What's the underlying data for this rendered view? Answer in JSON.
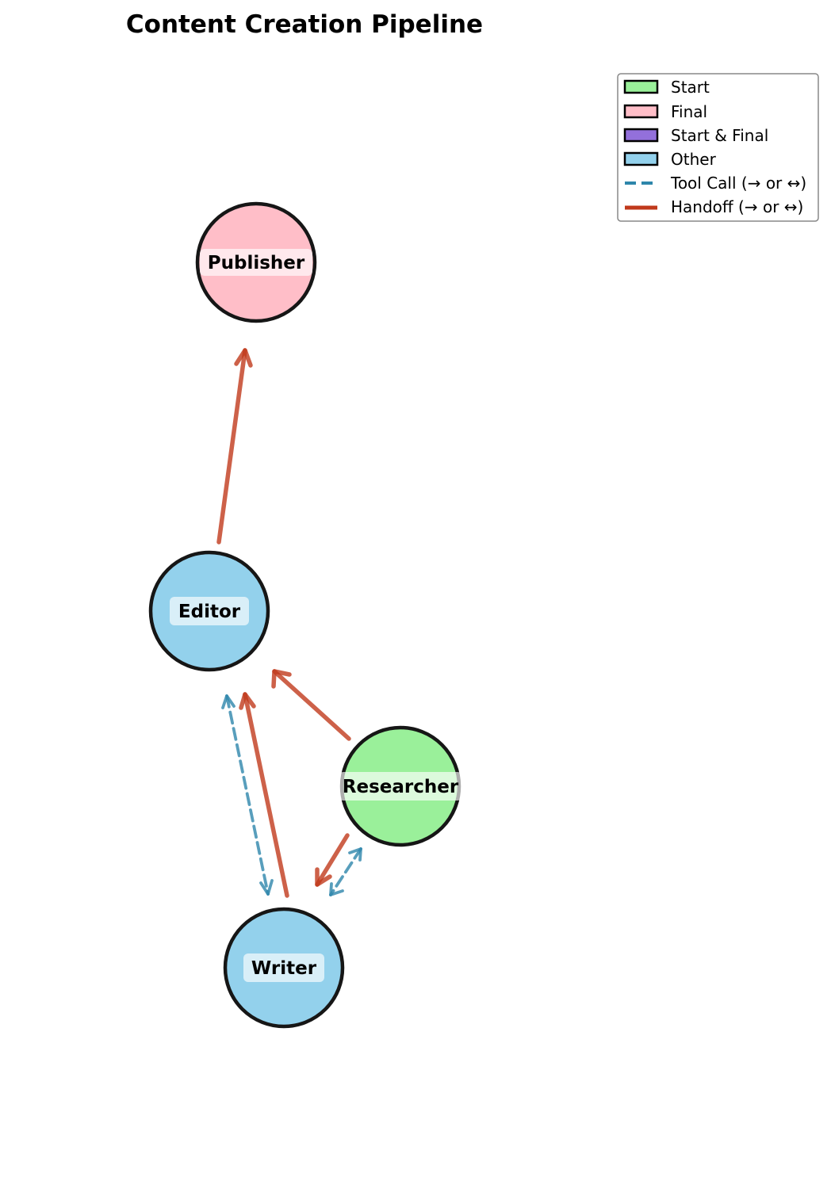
{
  "title": "Content Creation Pipeline",
  "colors": {
    "start": "#9af09a",
    "final": "#ffbec8",
    "start_final": "#9370db",
    "other": "#93d1ec",
    "tool_call": "#2e86ab",
    "handoff": "#c0391b",
    "node_stroke": "#161616"
  },
  "nodes": [
    {
      "id": "publisher",
      "label": "Publisher",
      "role": "final"
    },
    {
      "id": "editor",
      "label": "Editor",
      "role": "other"
    },
    {
      "id": "researcher",
      "label": "Researcher",
      "role": "start"
    },
    {
      "id": "writer",
      "label": "Writer",
      "role": "other"
    }
  ],
  "edges": [
    {
      "from": "editor",
      "to": "publisher",
      "kind": "handoff",
      "direction": "one-way"
    },
    {
      "from": "researcher",
      "to": "editor",
      "kind": "handoff",
      "direction": "one-way"
    },
    {
      "from": "writer",
      "to": "editor",
      "kind": "handoff",
      "direction": "one-way"
    },
    {
      "from": "researcher",
      "to": "writer",
      "kind": "handoff",
      "direction": "one-way"
    },
    {
      "from": "editor",
      "to": "writer",
      "kind": "tool_call",
      "direction": "two-way"
    },
    {
      "from": "researcher",
      "to": "writer",
      "kind": "tool_call",
      "direction": "two-way"
    }
  ],
  "legend": {
    "items": [
      {
        "label": "Start",
        "type": "patch",
        "color_key": "start"
      },
      {
        "label": "Final",
        "type": "patch",
        "color_key": "final"
      },
      {
        "label": "Start & Final",
        "type": "patch",
        "color_key": "start_final"
      },
      {
        "label": "Other",
        "type": "patch",
        "color_key": "other"
      },
      {
        "label": "Tool Call (→ or ↔)",
        "type": "dashed-line",
        "color_key": "tool_call"
      },
      {
        "label": "Handoff (→ or ↔)",
        "type": "solid-line",
        "color_key": "handoff"
      }
    ]
  }
}
